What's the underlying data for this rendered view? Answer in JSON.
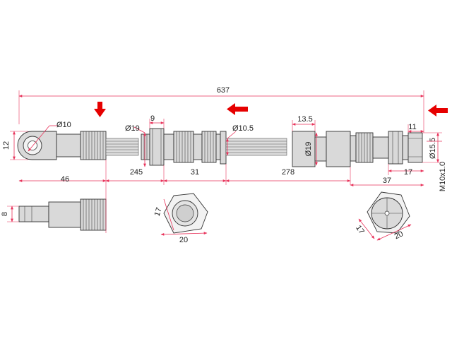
{
  "dimensions": {
    "overall_length": "637",
    "eye_bore": "Ø10",
    "eye_height": "12",
    "eye_length": "46",
    "fitting_diameter_1": "Ø19",
    "flange_width": "9",
    "segment_1": "245",
    "segment_2": "31",
    "hose_diameter": "Ø10.5",
    "nut_width": "13.5",
    "fitting_diameter_2": "Ø19",
    "segment_3": "278",
    "end_length": "11",
    "end_diameter": "Ø15.5",
    "end_thread": "M10x1.0",
    "end_fitting_length": "17",
    "end_segment": "37",
    "tab_thickness": "8",
    "hex_flat_1": "17",
    "hex_width_1": "20",
    "hex_flat_2": "17",
    "hex_width_2": "20"
  },
  "colors": {
    "arrow": "#e60000",
    "dimension_line": "#e8325a",
    "part_fill": "#d9d9d9",
    "outline": "#333333"
  },
  "icons": {
    "arrow_down": "arrow-down-icon",
    "arrow_left": "arrow-left-icon"
  }
}
